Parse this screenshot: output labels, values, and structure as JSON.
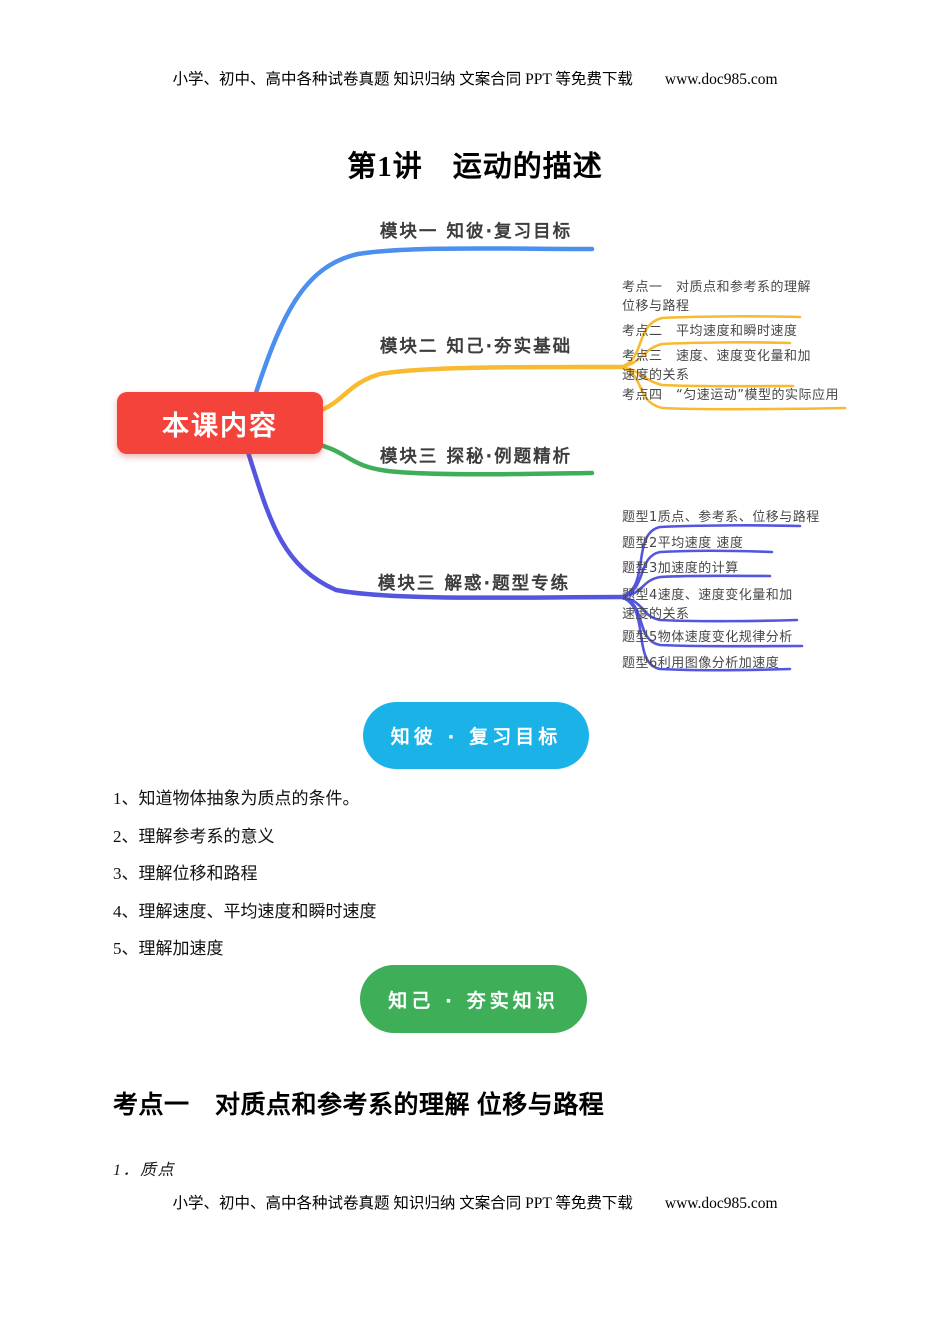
{
  "colors": {
    "red": "#F4433A",
    "blue": "#4B90EE",
    "yellow": "#F7BA31",
    "green": "#3FAE58",
    "purple": "#5456DF",
    "cyan": "#1BB2E8",
    "ink": "#3D3D3D"
  },
  "header": {
    "text": "小学、初中、高中各种试卷真题 知识归纳 文案合同 PPT 等免费下载",
    "url": "www.doc985.com"
  },
  "footer": {
    "text": "小学、初中、高中各种试卷真题 知识归纳 文案合同 PPT 等免费下载",
    "url": "www.doc985.com"
  },
  "doc": {
    "title": "第1讲　运动的描述",
    "objectives": [
      "1、知道物体抽象为质点的条件。",
      "2、理解参考系的意义",
      "3、理解位移和路程",
      "4、理解速度、平均速度和瞬时速度",
      "5、理解加速度"
    ],
    "section_heading": "考点一　对质点和参考系的理解 位移与路程",
    "sub_item": "1．质点"
  },
  "badges": {
    "review": "知彼 · 复习目标",
    "knowledge": "知己 · 夯实知识"
  },
  "mindmap": {
    "root": "本课内容",
    "branch1": "模块一 知彼·复习目标",
    "branch2": "模块二 知己·夯实基础",
    "branch3": "模块三 探秘·例题精析",
    "branch4": "模块三 解惑·题型专练",
    "kaodian": [
      "考点一　对质点和参考系的理解\n位移与路程",
      "考点二　平均速度和瞬时速度",
      "考点三　速度、速度变化量和加\n速度的关系",
      "考点四　“匀速运动”模型的实际应用"
    ],
    "tixing": [
      "题型1质点、参考系、位移与路程",
      "题型2平均速度 速度",
      "题型3加速度的计算",
      "题型4速度、速度变化量和加\n速度的关系",
      "题型5物体速度变化规律分析",
      "题型6利用图像分析加速度"
    ]
  }
}
